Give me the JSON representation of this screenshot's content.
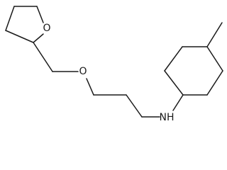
{
  "molecule": {
    "atoms": {
      "ring_oxygen": "O",
      "ether_oxygen": "O",
      "amine": "NH"
    }
  }
}
